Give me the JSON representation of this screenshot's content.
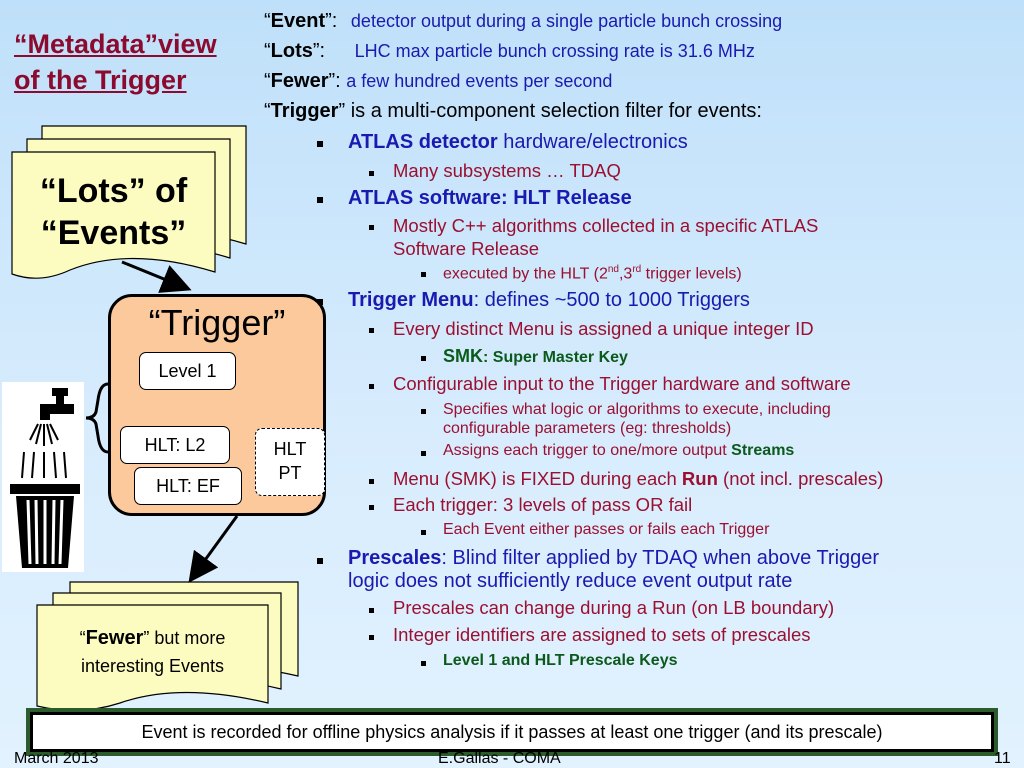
{
  "title": {
    "line1": "“Metadata”view",
    "line2": "of the Trigger"
  },
  "definitions": [
    {
      "open": "“",
      "term": "Event",
      "close": "”:",
      "text": "detector output during a single particle bunch crossing"
    },
    {
      "open": "“",
      "term": "Lots",
      "close": "”:",
      "text": "LHC max particle bunch crossing rate is 31.6 MHz"
    },
    {
      "open": "“",
      "term": "Fewer",
      "close": "”:",
      "text": "a few hundred events per second"
    },
    {
      "open": "“",
      "term": "Trigger",
      "close": "”",
      "text": "is a multi-component selection filter for events:"
    }
  ],
  "bullets": {
    "atlas_detector": {
      "bold": "ATLAS detector",
      "rest": " hardware/electronics"
    },
    "subsystems": "Many subsystems … TDAQ",
    "atlas_software": {
      "bold": "ATLAS software: HLT Release"
    },
    "mostly_cpp": {
      "line1": "Mostly C++ algorithms collected in a specific ATLAS",
      "line2": "Software Release"
    },
    "executed": {
      "a": "executed by the HLT (2",
      "sup1": "nd",
      "b": ",3",
      "sup2": "rd",
      "c": " trigger levels)"
    },
    "trigger_menu": {
      "bold": "Trigger Menu",
      "rest": ": defines ~500 to 1000 Triggers"
    },
    "distinct_menu": "Every distinct Menu is assigned a unique integer ID",
    "smk": {
      "bold": "SMK",
      "rest": ": Super Master Key"
    },
    "configurable": "Configurable input to the Trigger hardware and software",
    "specifies": {
      "line1": "Specifies what logic or algorithms to execute, including",
      "line2": "configurable parameters (eg: thresholds)"
    },
    "assigns": {
      "text": "Assigns each trigger to one/more output ",
      "bold": "Streams"
    },
    "menu_fixed": {
      "a": "Menu (SMK) is FIXED during each ",
      "bold": "Run",
      "c": " (not incl. prescales)"
    },
    "each_trigger": "Each trigger: 3 levels of pass OR fail",
    "each_event": "Each Event either passes or fails each Trigger",
    "prescales": {
      "bold": "Prescales",
      "line1": ": Blind filter applied by TDAQ when above Trigger",
      "line2": "logic does not sufficiently reduce event output rate"
    },
    "prescales_change": "Prescales can change during a Run (on LB boundary)",
    "integer_ids": "Integer identifiers are assigned to sets of prescales",
    "l1_hlt_keys": "Level 1 and HLT Prescale Keys"
  },
  "diagram": {
    "lots_doc": {
      "line1": "“Lots” of",
      "line2": "“Events”"
    },
    "trigger_label": "“Trigger”",
    "level1": "Level 1",
    "hlt_l2": "HLT: L2",
    "hlt_ef": "HLT: EF",
    "hlt_pt": {
      "line1": "HLT",
      "line2": "PT"
    },
    "fewer_doc": {
      "open": "“",
      "bold": "Fewer",
      "rest": "” but more",
      "line2": "interesting Events"
    }
  },
  "footer_note": "Event is recorded for offline physics analysis if it passes at least one trigger (and its prescale)",
  "footer": {
    "date": "March 2013",
    "author": "E.Gallas - COMA",
    "page": "11"
  },
  "colors": {
    "title": "#8b0a2e",
    "blue_text": "#1a1ab0",
    "dark_red_text": "#9b1030",
    "green_text": "#0b5a1c",
    "doc_fill": "#fdfcc0",
    "trigger_fill": "#fbc99c"
  },
  "icons": [
    "faucet-icon",
    "trash-bin-icon",
    "bullet-square-icon"
  ]
}
